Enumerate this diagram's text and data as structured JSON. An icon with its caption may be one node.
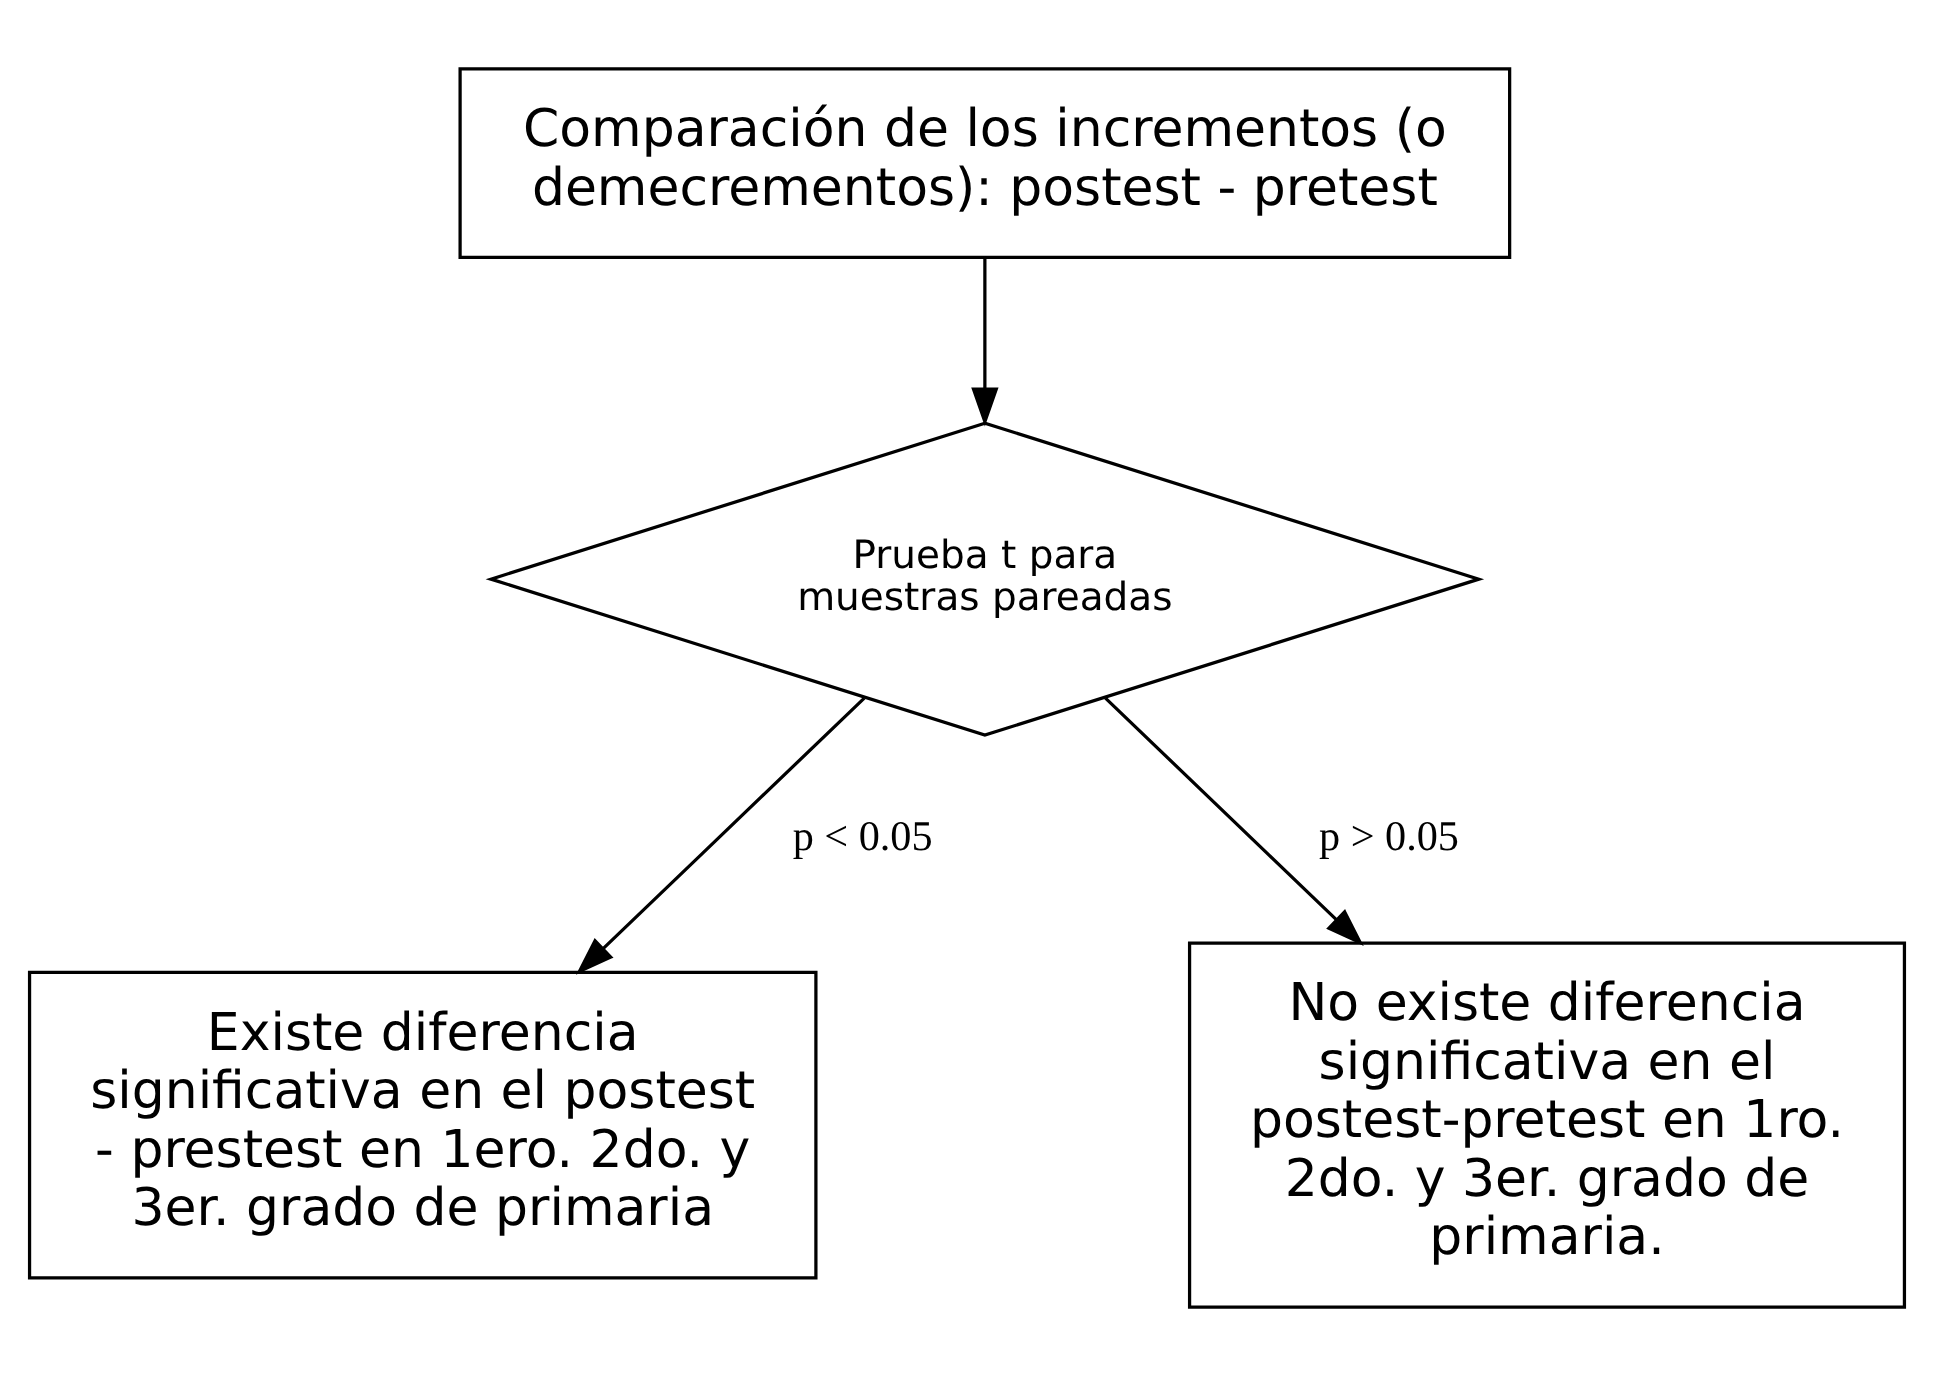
{
  "diagram": {
    "nodes": [
      {
        "text": [
          "Comparación de los incrementos (o demecrementos): postest - pretest"
        ]
      },
      {
        "text": [
          "Prueba t para muestras pareadas"
        ]
      },
      {
        "text": [
          "Existe diferencia significativa en el postest - prestest en 1ero. 2do. y 3er. grado de primaria"
        ]
      },
      {
        "text": [
          "No existe diferencia significativa en el postest-pretest en 1ro. 2do. y 3er. grado de primaria."
        ]
      }
    ],
    "edges": [
      {
        "from": 0,
        "to": 1,
        "arrow": "to"
      },
      {
        "from": 1,
        "to": 2,
        "arrow": "to",
        "label": "p < 0.05"
      },
      {
        "from": 1,
        "to": 3,
        "arrow": "to",
        "label": "p > 0.05"
      }
    ]
  }
}
